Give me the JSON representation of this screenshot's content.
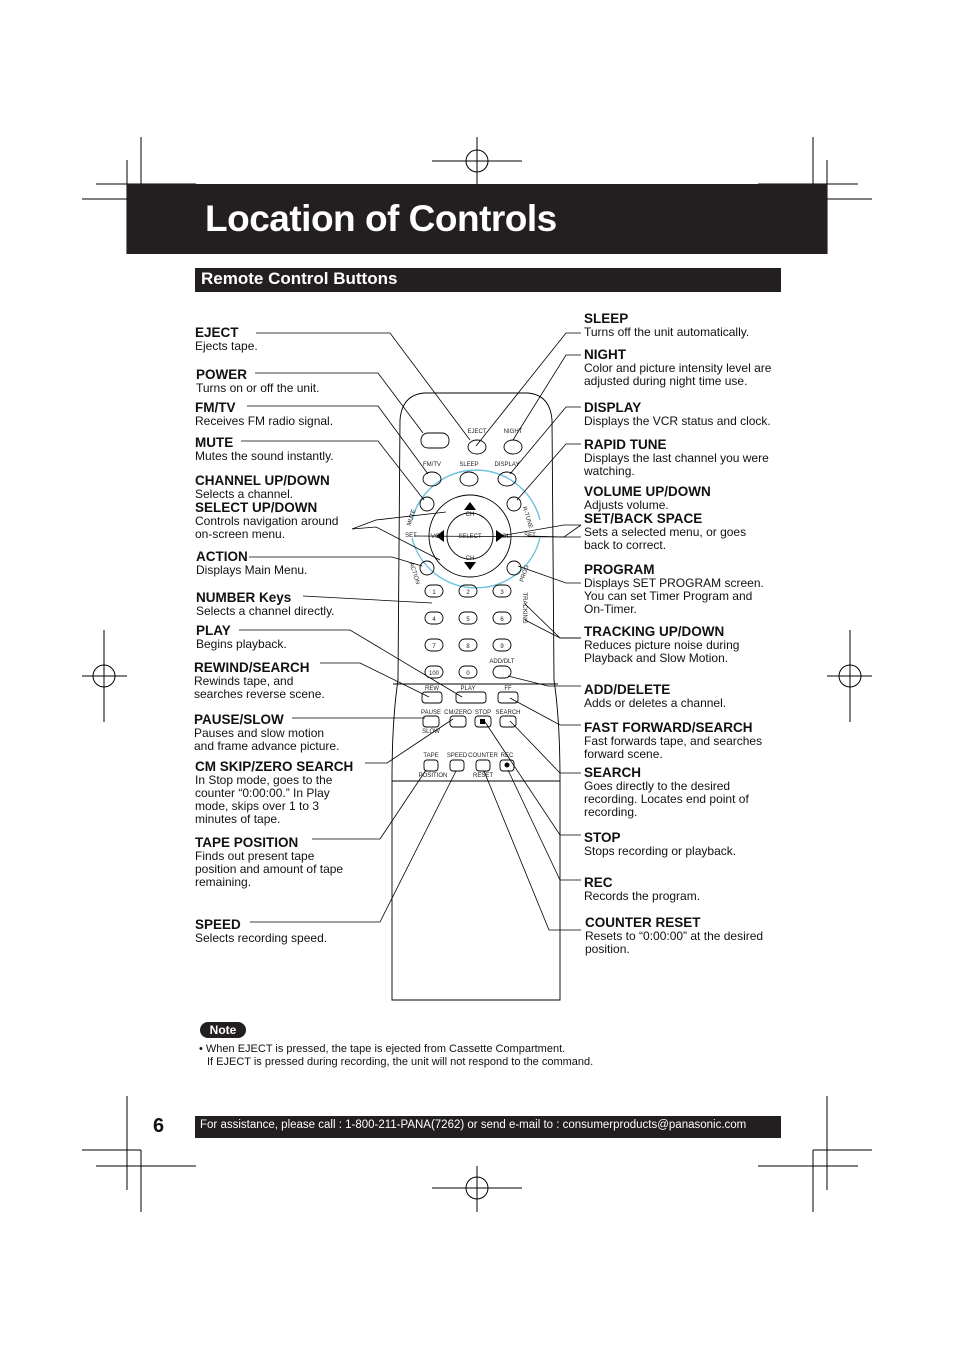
{
  "page": {
    "title": "Location of Controls",
    "section": "Remote Control Buttons",
    "page_number": "6",
    "footer": "For assistance, please call : 1-800-211-PANA(7262) or send e-mail to : consumerproducts@panasonic.com"
  },
  "left_labels": [
    {
      "name": "EJECT",
      "desc": "Ejects tape."
    },
    {
      "name": "POWER",
      "desc": "Turns on or off the unit."
    },
    {
      "name": "FM/TV",
      "desc": "Receives FM radio signal."
    },
    {
      "name": "MUTE",
      "desc": "Mutes the sound instantly."
    },
    {
      "name": "CHANNEL UP/DOWN",
      "desc": "Selects a channel."
    },
    {
      "name": "SELECT UP/DOWN",
      "desc": "Controls navigation around\non-screen menu."
    },
    {
      "name": "ACTION",
      "desc": "Displays Main Menu."
    },
    {
      "name": "NUMBER Keys",
      "desc": "Selects a channel directly."
    },
    {
      "name": "PLAY",
      "desc": "Begins playback."
    },
    {
      "name": "REWIND/SEARCH",
      "desc": "Rewinds tape, and\nsearches reverse scene."
    },
    {
      "name": "PAUSE/SLOW",
      "desc": "Pauses and slow motion\nand frame advance picture."
    },
    {
      "name": "CM SKIP/ZERO SEARCH",
      "desc": "In Stop mode, goes to the\ncounter “0:00:00.” In Play\nmode, skips over 1 to 3\nminutes of tape."
    },
    {
      "name": "TAPE POSITION",
      "desc": "Finds out present tape\nposition and amount of tape\nremaining."
    },
    {
      "name": "SPEED",
      "desc": "Selects recording speed."
    }
  ],
  "right_labels": [
    {
      "name": "SLEEP",
      "desc": "Turns off the unit automatically."
    },
    {
      "name": "NIGHT",
      "desc": "Color and picture intensity level are\nadjusted during night time use."
    },
    {
      "name": "DISPLAY",
      "desc": "Displays the VCR status and clock."
    },
    {
      "name": "RAPID TUNE",
      "desc": "Displays the last channel you were\nwatching."
    },
    {
      "name": "VOLUME UP/DOWN",
      "desc": "Adjusts volume."
    },
    {
      "name": "SET/BACK SPACE",
      "desc": "Sets a selected menu, or goes\nback to correct."
    },
    {
      "name": "PROGRAM",
      "desc": "Displays SET PROGRAM screen.\nYou can set Timer Program and\nOn-Timer."
    },
    {
      "name": "TRACKING UP/DOWN",
      "desc": "Reduces picture noise during\nPlayback and Slow Motion."
    },
    {
      "name": "ADD/DELETE",
      "desc": "Adds or deletes a channel."
    },
    {
      "name": "FAST FORWARD/SEARCH",
      "desc": "Fast forwards tape, and searches\nforward scene."
    },
    {
      "name": "SEARCH",
      "desc": "Goes directly to the desired\nrecording. Locates end point of\nrecording."
    },
    {
      "name": "STOP",
      "desc": "Stops recording or playback."
    },
    {
      "name": "REC",
      "desc": "Records the program."
    },
    {
      "name": "COUNTER RESET",
      "desc": "Resets to “0:00:00” at the desired\nposition."
    }
  ],
  "remote": {
    "power": "POWER",
    "eject": "EJECT",
    "night": "NIGHT",
    "fmtv": "FM/TV",
    "sleep": "SLEEP",
    "display": "DISPLAY",
    "mute": "MUTE",
    "rtune": "R-TUNE",
    "ch": "CH",
    "vol": "VOL",
    "select": "SELECT",
    "set": "SET",
    "action": "ACTION",
    "prog": "PROG",
    "tracking": "TRACKING",
    "num1": "1",
    "num2": "2",
    "num3": "3",
    "num4": "4",
    "num5": "5",
    "num6": "6",
    "num7": "7",
    "num8": "8",
    "num9": "9",
    "num100": "100",
    "num0": "0",
    "adddlt": "ADD/DLT",
    "rew": "REW",
    "play": "PLAY",
    "ff": "FF",
    "pause": "PAUSE",
    "slow": "SLOW",
    "cmzero": "CM/ZERO",
    "stop": "STOP",
    "search": "SEARCH",
    "tape": "TAPE",
    "position": "POSITION",
    "speed": "SPEED",
    "counter": "COUNTER",
    "reset": "RESET",
    "rec": "REC"
  },
  "note": {
    "badge": "Note",
    "line1": "• When EJECT is pressed, the tape is ejected from Cassette Compartment.",
    "line2": "If EJECT is pressed during recording, the unit will not respond to the command."
  }
}
